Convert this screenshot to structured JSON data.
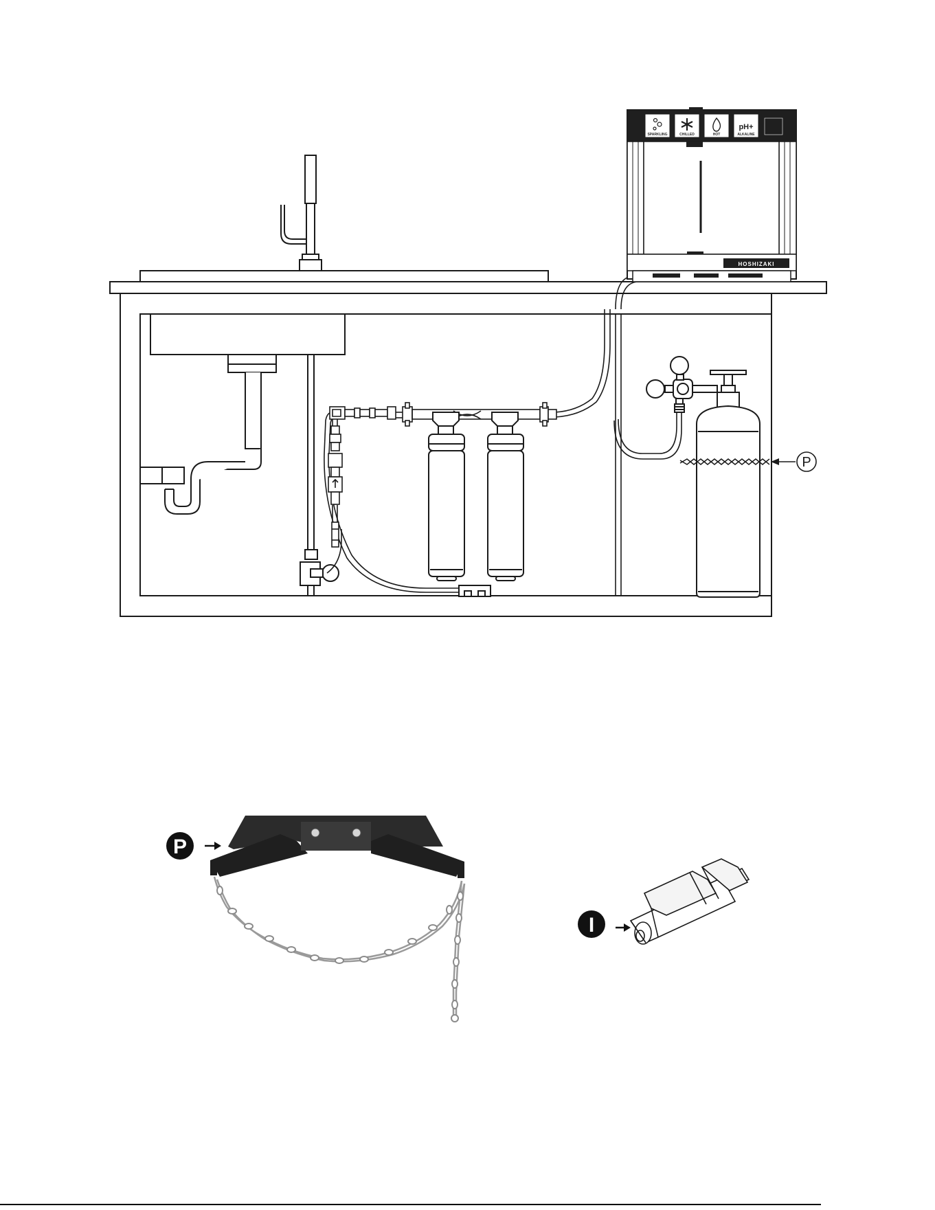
{
  "installation_diagram": {
    "callout_label": "P",
    "dispenser": {
      "buttons": [
        {
          "label": "SPARKLING",
          "icon": "bubbles-icon"
        },
        {
          "label": "CHILLED",
          "icon": "snowflake-icon"
        },
        {
          "label": "HOT",
          "icon": "flame-icon"
        },
        {
          "label": "ALKALINE",
          "icon": "ph-plus-icon"
        }
      ],
      "ph_symbol": "pH+",
      "brand": "HOSHIZAKI"
    }
  },
  "parts": [
    {
      "label": "P",
      "part": "cylinder bracket with chain"
    },
    {
      "label": "I",
      "part": "inline fitting"
    }
  ],
  "colors": {
    "line": "#1a1a1a",
    "badge_bg": "#111111",
    "badge_text": "#ffffff",
    "bracket": "#2b2b2b",
    "chain": "#9a9a9a",
    "fitting": "#f4f4f4"
  }
}
